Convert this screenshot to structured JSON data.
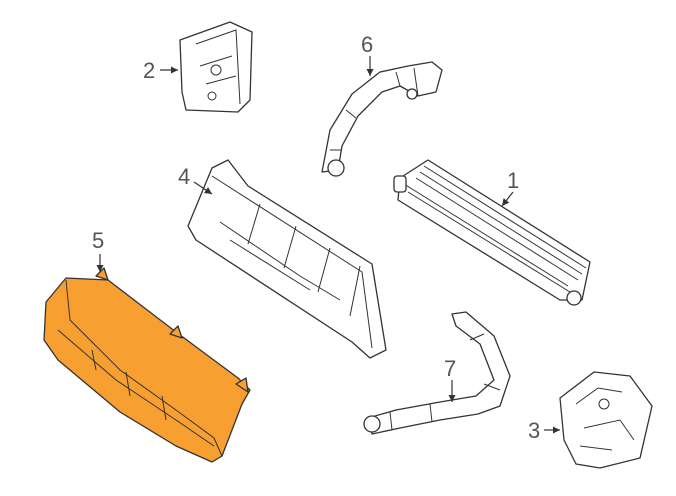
{
  "callouts": {
    "c1": "1",
    "c2": "2",
    "c3": "3",
    "c4": "4",
    "c5": "5",
    "c6": "6",
    "c7": "7"
  },
  "highlight_part": "5",
  "colors": {
    "highlight": "#f7a031",
    "line": "#333333",
    "label": "#555555",
    "background": "#ffffff"
  }
}
